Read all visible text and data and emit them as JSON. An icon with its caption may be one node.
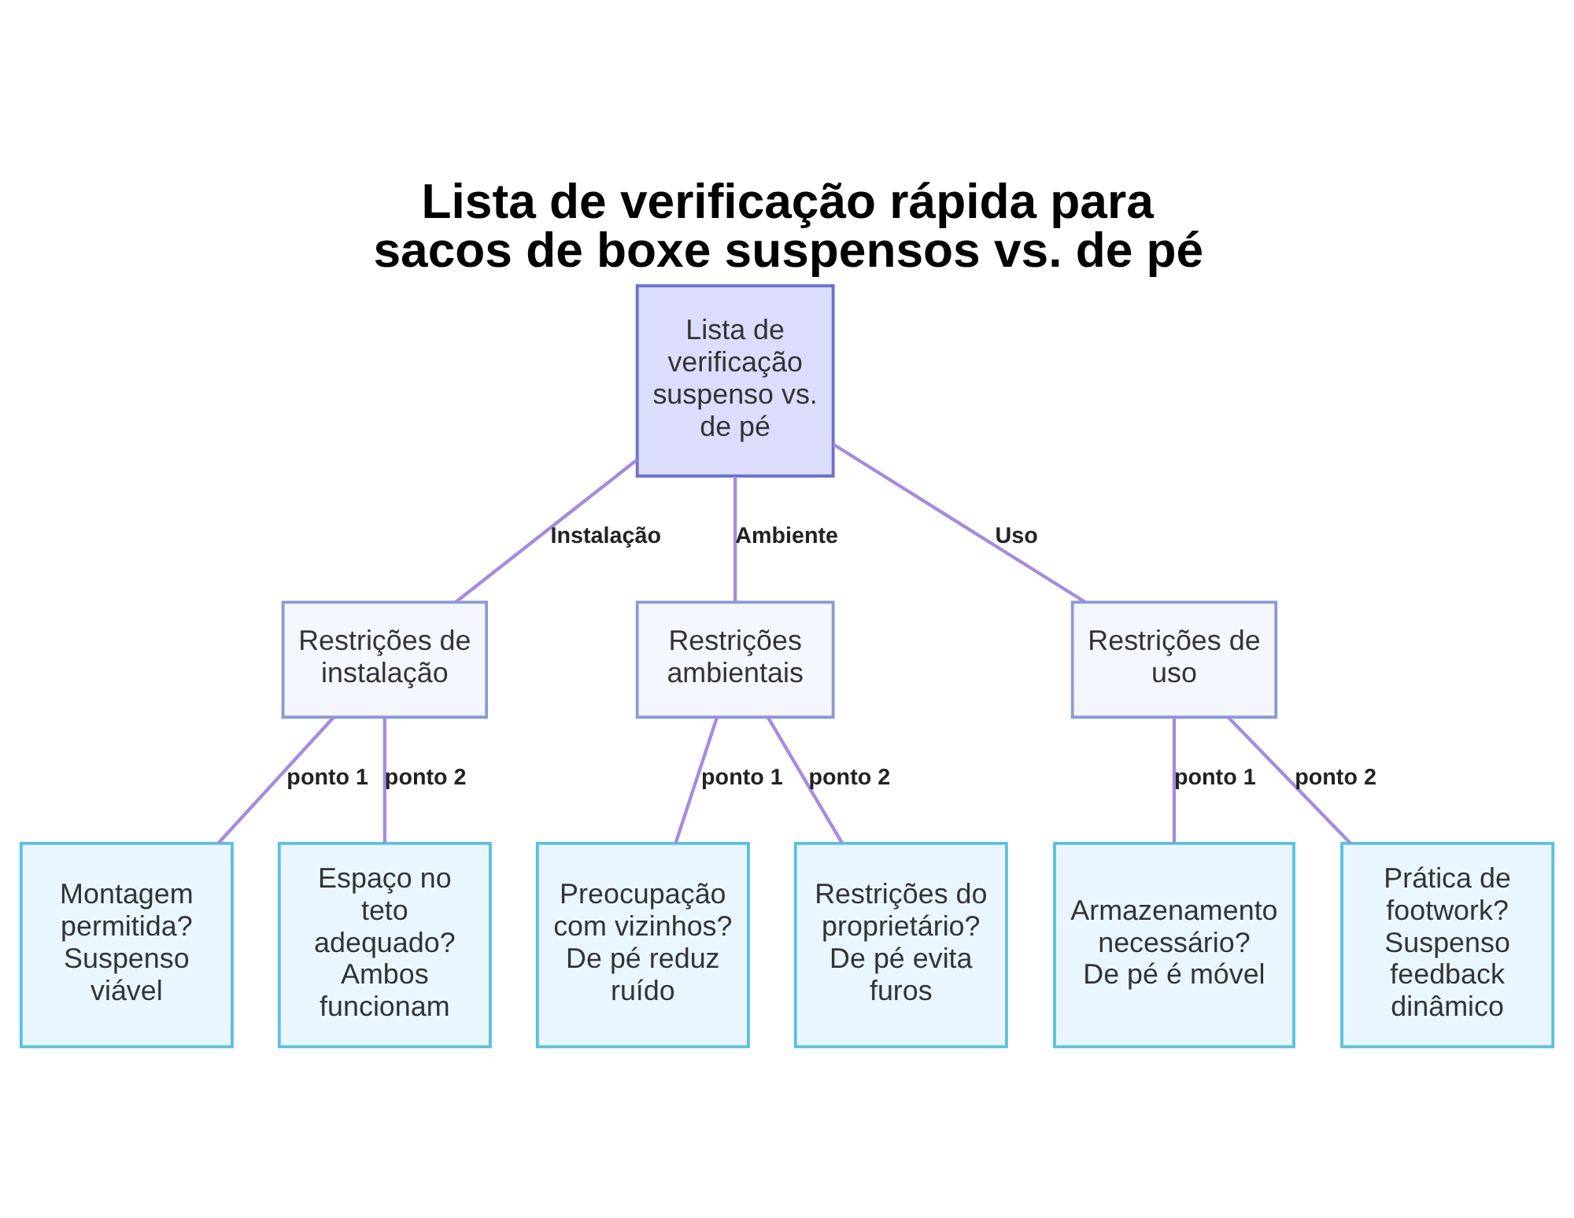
{
  "diagram": {
    "title": "Lista de verificação rápida para sacos de boxe suspensos vs. de pé",
    "nodes": [
      {
        "text": [
          "Lista de verificação suspenso vs. de pé"
        ]
      },
      {
        "text": [
          "Restrições de instalação"
        ]
      },
      {
        "text": [
          "Restrições ambientais"
        ]
      },
      {
        "text": [
          "Restrições de uso"
        ]
      },
      {
        "text": [
          "Montagem permitida? Suspenso viável"
        ]
      },
      {
        "text": [
          "Espaço no teto adequado? Ambos funcionam"
        ]
      },
      {
        "text": [
          "Preocupação com vizinhos? De pé reduz ruído"
        ]
      },
      {
        "text": [
          "Restrições do proprietário? De pé evita furos"
        ]
      },
      {
        "text": [
          "Armazenamento necessário? De pé é móvel"
        ]
      },
      {
        "text": [
          "Prática de footwork? Suspenso feedback dinâmico"
        ]
      }
    ],
    "edges": [
      {
        "from": 0,
        "to": 1,
        "arrow": "none",
        "label": "Instalação"
      },
      {
        "from": 0,
        "to": 2,
        "arrow": "none",
        "label": "Ambiente"
      },
      {
        "from": 0,
        "to": 3,
        "arrow": "none",
        "label": "Uso"
      },
      {
        "from": 1,
        "to": 4,
        "arrow": "none",
        "label": "ponto 1"
      },
      {
        "from": 1,
        "to": 5,
        "arrow": "none",
        "label": "ponto 2"
      },
      {
        "from": 2,
        "to": 6,
        "arrow": "none",
        "label": "ponto 1"
      },
      {
        "from": 2,
        "to": 7,
        "arrow": "none",
        "label": "ponto 2"
      },
      {
        "from": 3,
        "to": 8,
        "arrow": "none",
        "label": "ponto 1"
      },
      {
        "from": 3,
        "to": 9,
        "arrow": "none",
        "label": "ponto 2"
      }
    ]
  }
}
